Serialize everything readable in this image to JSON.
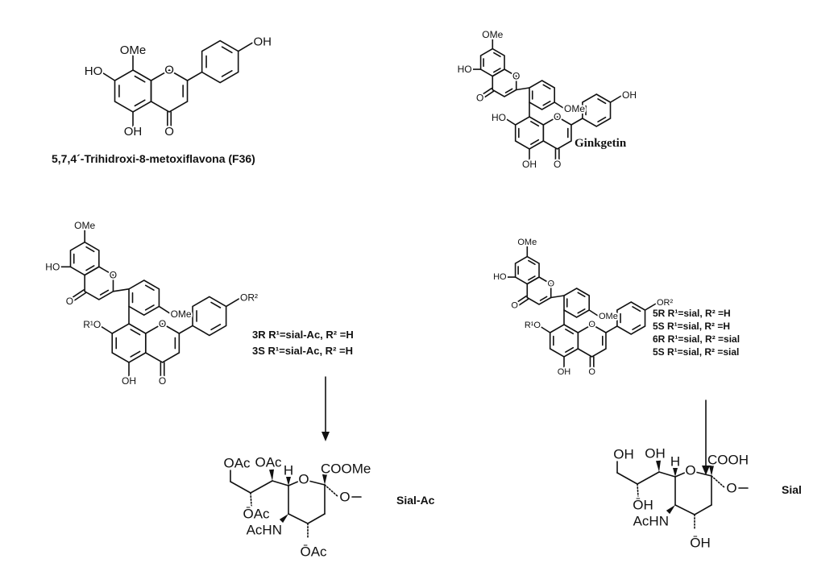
{
  "captions": {
    "f36": "5,7,4´-Trihidroxi-8-metoxiflavona (F36)",
    "ginkgetin": "Ginkgetin",
    "sial_ac": "Sial-Ac",
    "sial": "Sial"
  },
  "conditions_left": [
    "3R R¹=sial-Ac, R² =H",
    "3S R¹=sial-Ac, R² =H"
  ],
  "conditions_right": [
    "5R R¹=sial, R² =H",
    "5S R¹=sial, R² =H",
    "6R R¹=sial, R² =sial",
    "5S R¹=sial, R² =sial"
  ],
  "molecules": {
    "f36": {
      "c8": "OMe",
      "c7": "HO",
      "c5": "OH",
      "c4": "O",
      "o1": "O",
      "b4": "OH"
    },
    "ginkgetin": {
      "c7": "HO",
      "c5": "OH",
      "c4": "O",
      "o1": "O",
      "b4": "OH",
      "bp": "OMe",
      "t7": "OMe",
      "t5": "HO",
      "t4": "O",
      "to1": "O"
    },
    "bi_left": {
      "c7": "R¹O",
      "c5": "OH",
      "c4": "O",
      "o1": "O",
      "b4": "OR²",
      "bp": "OMe",
      "t7": "OMe",
      "t5": "HO",
      "t4": "O",
      "to1": "O"
    },
    "bi_right": {
      "c7": "R¹O",
      "c5": "OH",
      "c4": "O",
      "o1": "O",
      "b4": "OR²",
      "bp": "OMe",
      "t7": "OMe",
      "t5": "HO",
      "t4": "O",
      "to1": "O"
    },
    "sial_ac": {
      "c9": "OAc",
      "c7": "OAc",
      "c8": "ŌAc",
      "h": "H",
      "ring_o": "O",
      "c2": "COOMe",
      "glyco": "O",
      "nh": "AcHN",
      "c4": "ŌAc"
    },
    "sial": {
      "c9": "OH",
      "c7": "OH",
      "c8": "ŌH",
      "h": "H",
      "ring_o": "O",
      "c2": "COOH",
      "glyco": "O",
      "nh": "AcHN",
      "c4": "ŌH"
    }
  }
}
